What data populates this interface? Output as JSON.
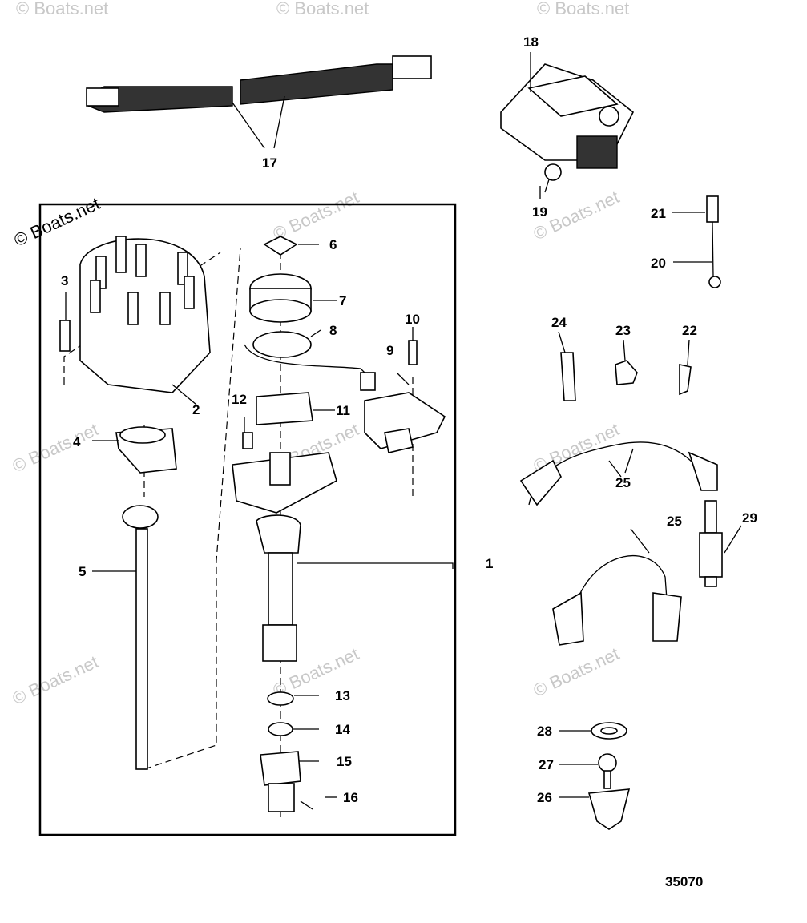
{
  "diagram": {
    "reference_number": "35070",
    "watermark_primary": "© Boats.net",
    "watermark_faint": "© Boats.net",
    "callouts": {
      "c1": "1",
      "c2": "2",
      "c3": "3",
      "c4": "4",
      "c5": "5",
      "c6": "6",
      "c7": "7",
      "c8": "8",
      "c9": "9",
      "c10": "10",
      "c11": "11",
      "c12": "12",
      "c13": "13",
      "c14": "14",
      "c15": "15",
      "c16": "16",
      "c17": "17",
      "c18": "18",
      "c19": "19",
      "c20": "20",
      "c21": "21",
      "c22": "22",
      "c23": "23",
      "c24": "24",
      "c25a": "25",
      "c25b": "25",
      "c26": "26",
      "c27": "27",
      "c28": "28",
      "c29": "29"
    }
  }
}
